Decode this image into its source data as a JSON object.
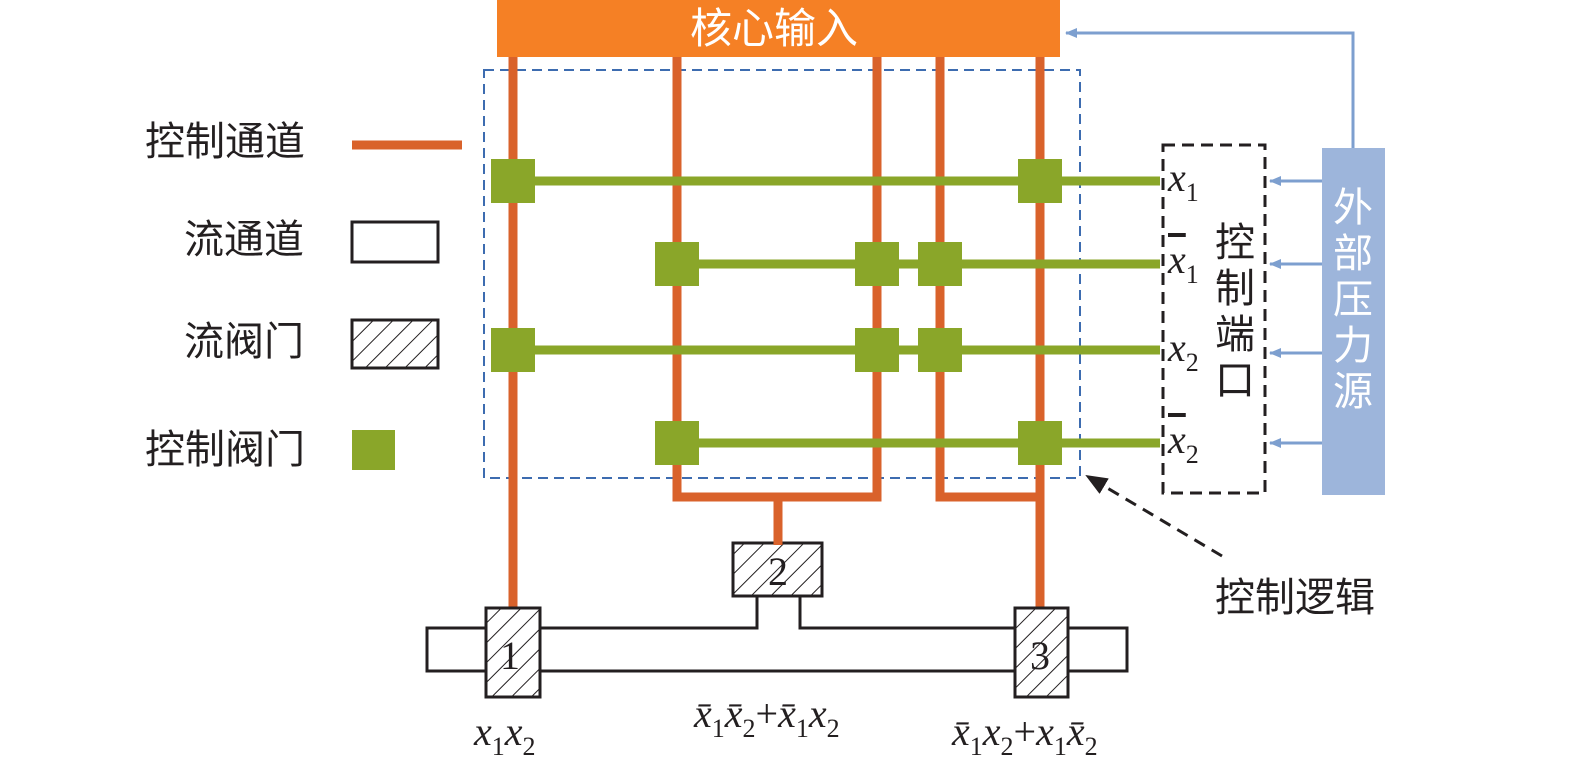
{
  "header": {
    "title": "核心输入"
  },
  "legend": {
    "control_channel": "控制通道",
    "flow_channel": "流通道",
    "flow_valve": "流阀门",
    "control_valve": "控制阀门"
  },
  "control_port": {
    "label": "控制端口",
    "chars": [
      "控",
      "制",
      "端",
      "口"
    ]
  },
  "pressure_source": {
    "label": "外部压力源",
    "chars": [
      "外",
      "部",
      "压",
      "力",
      "源"
    ]
  },
  "control_logic": {
    "label": "控制逻辑"
  },
  "inputs": [
    {
      "var": "x",
      "sub": "1",
      "bar": false
    },
    {
      "var": "x",
      "sub": "1",
      "bar": true
    },
    {
      "var": "x",
      "sub": "2",
      "bar": false
    },
    {
      "var": "x",
      "sub": "2",
      "bar": true
    }
  ],
  "valves": [
    {
      "number": "1",
      "expr": "x1x2"
    },
    {
      "number": "2",
      "expr": "x̄1x̄2+x̄1x2"
    },
    {
      "number": "3",
      "expr": "x̄1x2+x1x̄2"
    }
  ],
  "colors": {
    "orange": "#f58025",
    "control": "#d9622b",
    "green": "#8aa629",
    "blue_dash": "#3d6cb0",
    "blue_box": "#9db5db",
    "arrow": "#7d9fcf"
  }
}
